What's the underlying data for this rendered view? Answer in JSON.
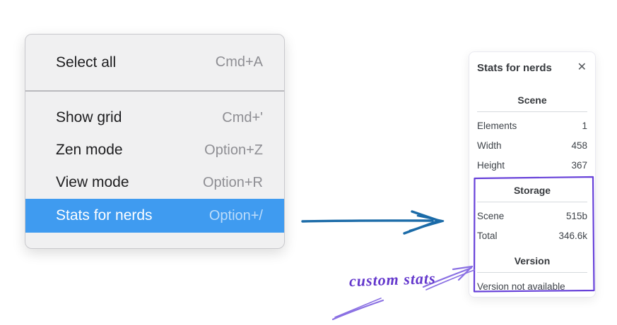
{
  "menu": {
    "sections": [
      {
        "items": [
          {
            "label": "Select all",
            "shortcut": "Cmd+A",
            "highlighted": false
          }
        ]
      },
      {
        "items": [
          {
            "label": "Show grid",
            "shortcut": "Cmd+'",
            "highlighted": false
          },
          {
            "label": "Zen mode",
            "shortcut": "Option+Z",
            "highlighted": false
          },
          {
            "label": "View mode",
            "shortcut": "Option+R",
            "highlighted": false
          },
          {
            "label": "Stats for nerds",
            "shortcut": "Option+/",
            "highlighted": true
          }
        ]
      }
    ]
  },
  "panel": {
    "title": "Stats for nerds",
    "close_icon": "✕",
    "sections": [
      {
        "heading": "Scene",
        "rows": [
          {
            "label": "Elements",
            "value": "1"
          },
          {
            "label": "Width",
            "value": "458"
          },
          {
            "label": "Height",
            "value": "367"
          }
        ]
      },
      {
        "heading": "Storage",
        "rows": [
          {
            "label": "Scene",
            "value": "515b"
          },
          {
            "label": "Total",
            "value": "346.6k"
          }
        ]
      },
      {
        "heading": "Version",
        "rows": [],
        "note": "Version not available"
      }
    ]
  },
  "annotation": {
    "label": "custom stats"
  },
  "colors": {
    "menu_highlight": "#3f9bf0",
    "menu_bg": "#f0f0f1",
    "menu_text": "#1d1d1f",
    "menu_shortcut": "#8e8e93",
    "highlight_label": "#ffffff",
    "highlight_shortcut": "#bcdcfa",
    "blue_arrow": "#1b6ba8",
    "purple_box": "#6741d9",
    "purple_arrow": "#8a70e3",
    "annotation_text": "#6337cc",
    "panel_text": "#3e4349"
  }
}
